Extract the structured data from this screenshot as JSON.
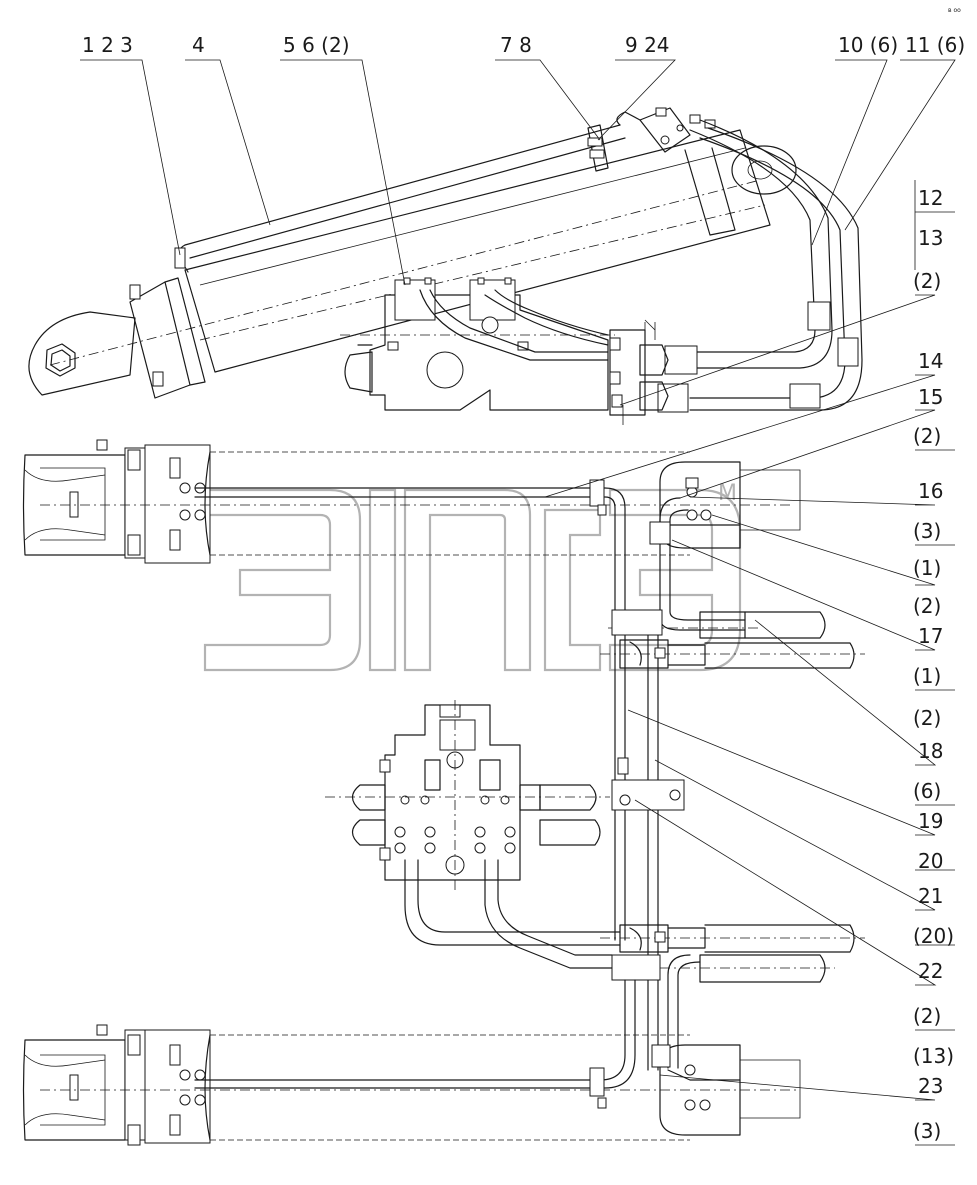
{
  "corner_mark": "в оо",
  "watermark": {
    "registered": "М"
  },
  "callouts_top": [
    {
      "id": "c-1-2-3",
      "text": "1 2 3"
    },
    {
      "id": "c-4",
      "text": "4"
    },
    {
      "id": "c-5-6",
      "text": "5  6 (2)"
    },
    {
      "id": "c-7-8",
      "text": "7 8"
    },
    {
      "id": "c-9-24",
      "text": "9 24"
    },
    {
      "id": "c-10",
      "text": "10 (6)"
    },
    {
      "id": "c-11",
      "text": "11 (6)"
    }
  ],
  "callouts_right": [
    {
      "id": "r-12",
      "text": "12"
    },
    {
      "id": "r-13",
      "text": "13"
    },
    {
      "id": "r-2a",
      "text": "(2)"
    },
    {
      "id": "r-14",
      "text": "14"
    },
    {
      "id": "r-15",
      "text": "15"
    },
    {
      "id": "r-2b",
      "text": "(2)"
    },
    {
      "id": "r-16",
      "text": "16"
    },
    {
      "id": "r-3a",
      "text": "(3)"
    },
    {
      "id": "r-1a",
      "text": "(1)"
    },
    {
      "id": "r-2c",
      "text": "(2)"
    },
    {
      "id": "r-17",
      "text": "17"
    },
    {
      "id": "r-1b",
      "text": "(1)"
    },
    {
      "id": "r-2d",
      "text": "(2)"
    },
    {
      "id": "r-18",
      "text": "18"
    },
    {
      "id": "r-6",
      "text": "(6)"
    },
    {
      "id": "r-19",
      "text": "19"
    },
    {
      "id": "r-20",
      "text": "20"
    },
    {
      "id": "r-21",
      "text": "21"
    },
    {
      "id": "r-20b",
      "text": "(20)"
    },
    {
      "id": "r-22",
      "text": "22"
    },
    {
      "id": "r-2e",
      "text": "(2)"
    },
    {
      "id": "r-13b",
      "text": "(13)"
    },
    {
      "id": "r-23",
      "text": "23"
    },
    {
      "id": "r-3b",
      "text": "(3)"
    }
  ]
}
